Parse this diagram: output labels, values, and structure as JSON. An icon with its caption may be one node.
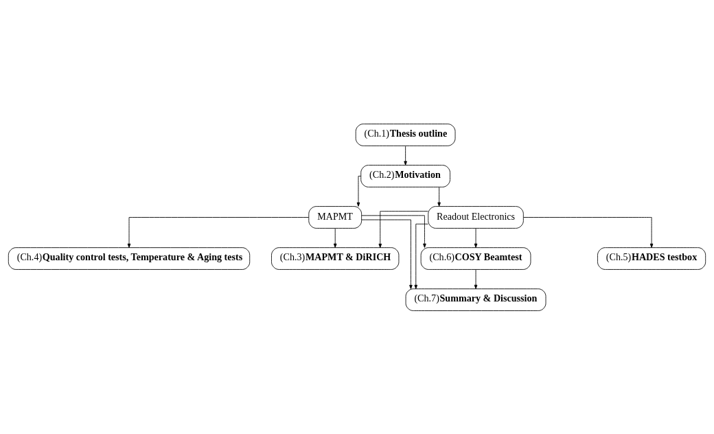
{
  "diagram": {
    "nodes": [
      {
        "text": [
          "(Ch.1)**Thesis outline**"
        ]
      },
      {
        "text": [
          "(Ch.2)**Motivation**"
        ]
      },
      {
        "text": [
          "MAPMT"
        ]
      },
      {
        "text": [
          "Readout Electronics"
        ]
      },
      {
        "text": [
          "(Ch.3)**MAPMT & DiRICH**"
        ]
      },
      {
        "text": [
          "(Ch.4)**Quality control tests, Temperature & Aging tests**"
        ]
      },
      {
        "text": [
          "(Ch.6)**COSY Beamtest**"
        ]
      },
      {
        "text": [
          "(Ch.5)**HADES testbox**"
        ]
      },
      {
        "text": [
          "(Ch.7)**Summary & Discussion**"
        ]
      }
    ],
    "edges": [
      {
        "from": 0,
        "to": 1,
        "arrow": "to"
      },
      {
        "from": 1,
        "to": 2,
        "arrow": "to"
      },
      {
        "from": 1,
        "to": 3,
        "arrow": "to"
      },
      {
        "from": 2,
        "to": 4,
        "arrow": "to"
      },
      {
        "from": 2,
        "to": 5,
        "arrow": "to"
      },
      {
        "from": 2,
        "to": 6,
        "arrow": "to"
      },
      {
        "from": 2,
        "to": 8,
        "arrow": "to"
      },
      {
        "from": 3,
        "to": 4,
        "arrow": "to"
      },
      {
        "from": 3,
        "to": 7,
        "arrow": "to"
      },
      {
        "from": 3,
        "to": 6,
        "arrow": "to"
      },
      {
        "from": 3,
        "to": 8,
        "arrow": "to"
      },
      {
        "from": 6,
        "to": 8,
        "arrow": "to"
      }
    ]
  }
}
